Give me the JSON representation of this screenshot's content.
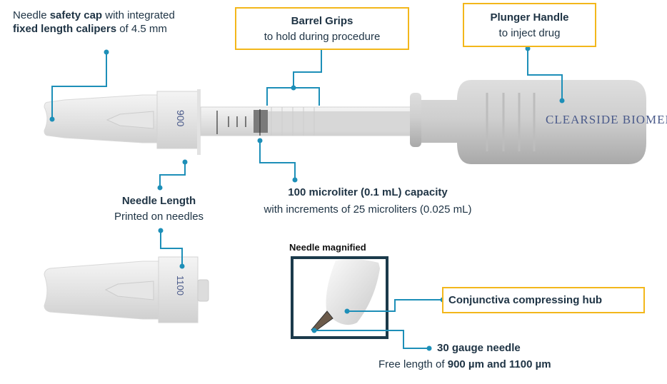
{
  "colors": {
    "text": "#1e3344",
    "callout": "#1d8fb8",
    "highlight_border": "#f3b71b",
    "frame": "#1b3a4b"
  },
  "safety_cap": {
    "pre": "Needle ",
    "bold1": "safety cap",
    "mid": " with integrated",
    "bold2": "fixed length calipers",
    "post": " of 4.5 mm"
  },
  "barrel_grips": {
    "title": "Barrel Grips",
    "subtitle": "to hold during procedure"
  },
  "plunger": {
    "title": "Plunger Handle",
    "subtitle": "to inject drug",
    "logo": "CLEARSIDE BIOMEDICAL"
  },
  "needle_length": {
    "title": "Needle Length",
    "subtitle": "Printed on needles",
    "label_900": "900",
    "label_1100": "1100"
  },
  "capacity": {
    "title": "100 microliter (0.1 mL) capacity",
    "subtitle": "with increments of 25 microliters (0.025 mL)"
  },
  "magnified": {
    "title": "Needle magnified"
  },
  "hub": {
    "label": "Conjunctiva compressing hub"
  },
  "needle": {
    "title": "30 gauge needle",
    "pre": "Free length of ",
    "bold": "900 µm and 1100 µm"
  }
}
